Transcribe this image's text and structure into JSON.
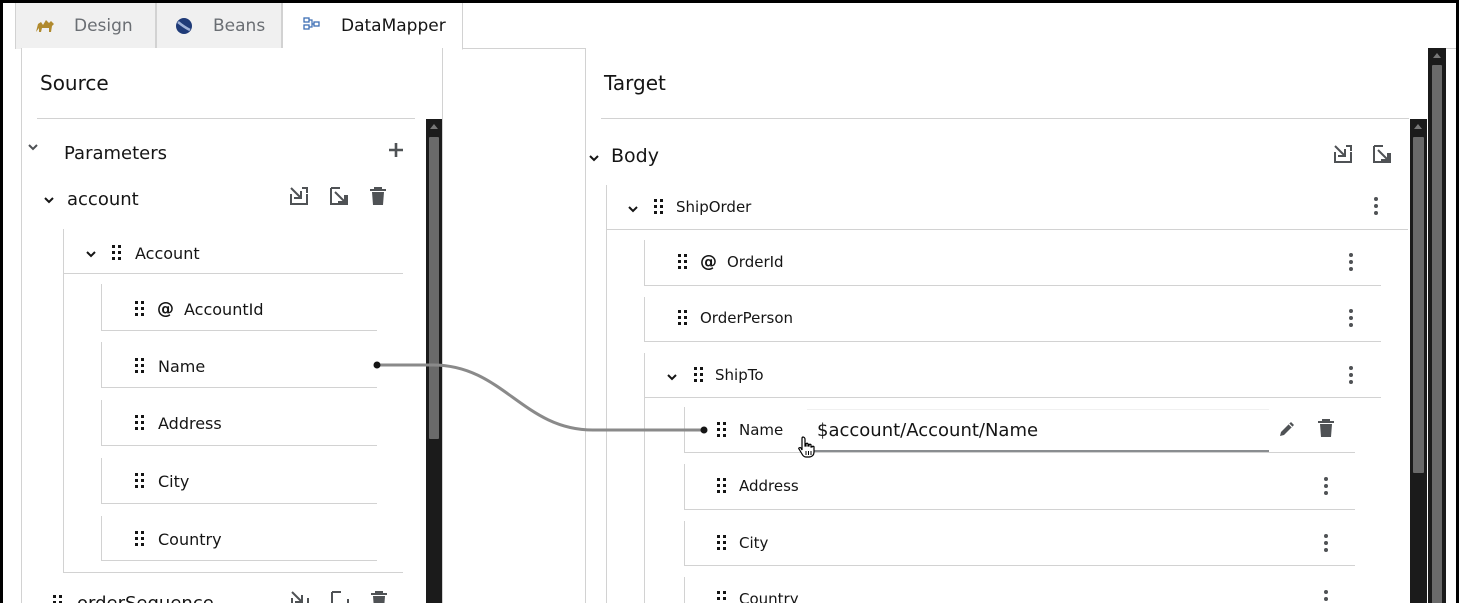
{
  "tabs": [
    {
      "label": "Design",
      "icon": "camel-icon"
    },
    {
      "label": "Beans",
      "icon": "bean-icon"
    },
    {
      "label": "DataMapper",
      "icon": "datamapper-icon"
    }
  ],
  "source": {
    "title": "Source",
    "parameters_label": "Parameters",
    "param_name": "account",
    "group_name": "Account",
    "fields": [
      "AccountId",
      "Name",
      "Address",
      "City",
      "Country"
    ],
    "next_param": "orderSequence"
  },
  "target": {
    "title": "Target",
    "body_label": "Body",
    "root": "ShipOrder",
    "fields": [
      "OrderId",
      "OrderPerson"
    ],
    "shipto": "ShipTo",
    "shipto_fields": [
      "Name",
      "Address",
      "City",
      "Country"
    ],
    "mapping_expression": "$account/Account/Name"
  },
  "colors": {
    "connector": "#8a8a8a",
    "scrollbar": "#1b1b1b"
  }
}
